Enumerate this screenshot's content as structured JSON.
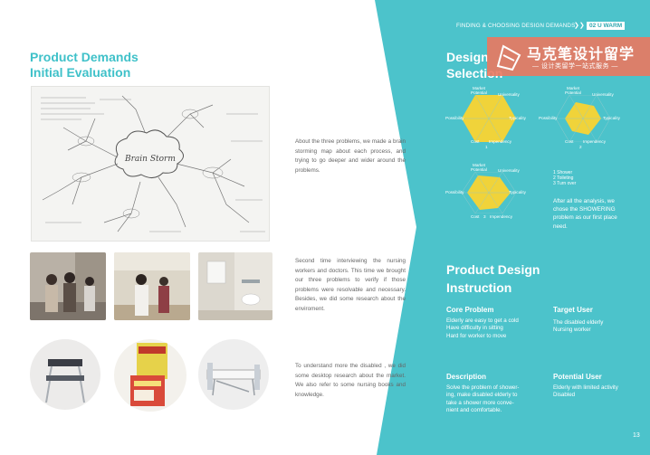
{
  "left": {
    "title_line1": "Product Demands",
    "title_line2": "Initial Evaluation",
    "sketch_label": "Brain Storm",
    "para1": "About the three problems, we made a brain storming map about each process, and trying to go deeper and wider around the problems.",
    "para2": "Second time interviewing the nursing workers and doctors. This time we brought our three problems to verify if those problems were resolvable and necessary. Besides, we did some research about the enviroment.",
    "para3": "To understand more the disabled , we did some desktop research about the market. We also refer to some nursing books and knowledge."
  },
  "right": {
    "header_text": "FINDING & CHOOSING DESIGN DEMANDS",
    "header_arrows": "❯❯",
    "header_tag": "02 U WARM",
    "selection_line1": "Design",
    "selection_line2": "Selection",
    "watermark_main": "马克笔设计留学",
    "watermark_sub": "— 设计类留学一站式服务 —",
    "radar_labels": {
      "market": "Market",
      "potential": "Potential",
      "universality": "Universality",
      "possibility": "Possibility",
      "typicality": "Typicality",
      "cost": "Cost",
      "impendency": "Impendency"
    },
    "radar_numbers": [
      "1",
      "2",
      "3"
    ],
    "notes": [
      "1 Shower",
      "2 Toileting",
      "3 Turn over"
    ],
    "after_text": "After all the analysis, we chose the SHOWERING problem as our first place need.",
    "pdi_line1": "Product Design",
    "pdi_line2": "Instruction",
    "core_problem_h": "Core Problem",
    "core_problem_lines": [
      "Elderly are easy to get a cold",
      "Have difficulty in sitting",
      "Hard for worker to move"
    ],
    "target_user_h": "Target User",
    "target_user_lines": [
      "The disabled elderly",
      "Nursing worker"
    ],
    "description_h": "Description",
    "description_lines": [
      "Solve the problem of shower-",
      "ing, make disabled elderly to",
      "take a shower more conve-",
      "nient and comfortable."
    ],
    "potential_user_h": "Potential User",
    "potential_user_lines": [
      "Elderly with limited activity",
      "Disabled"
    ],
    "page_number": "13"
  },
  "colors": {
    "teal": "#4cc3cb",
    "accent": "#3fc1c9",
    "yellow": "#f0d33a"
  }
}
